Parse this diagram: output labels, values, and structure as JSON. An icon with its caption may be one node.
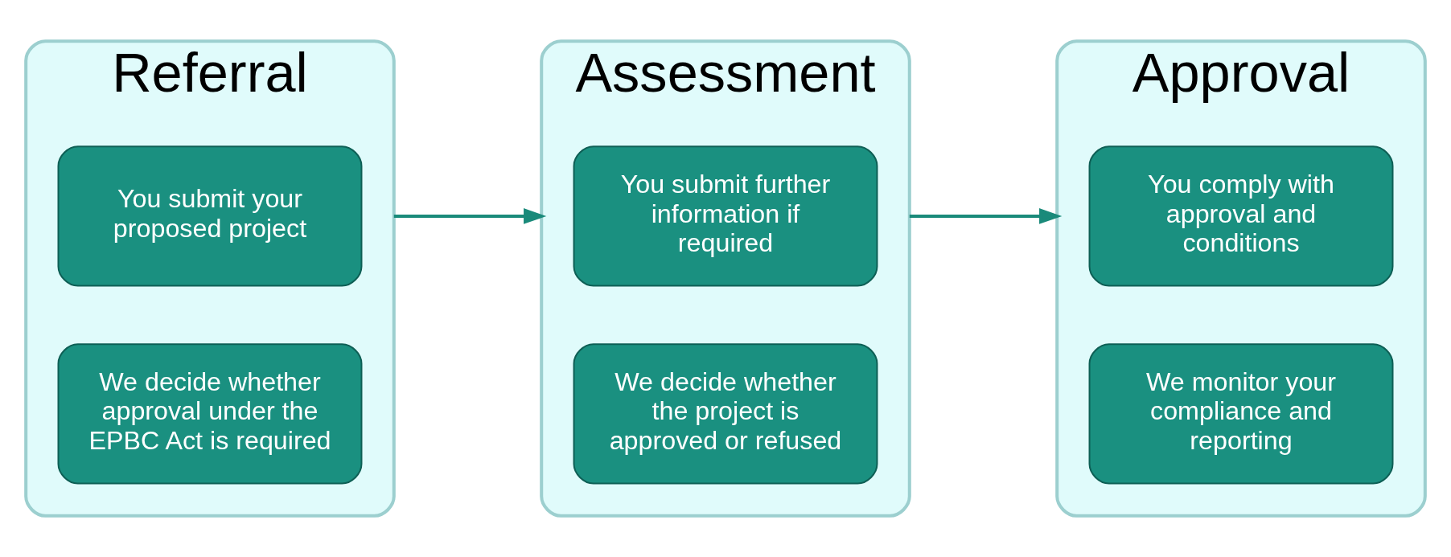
{
  "diagram": {
    "nodes": [
      {
        "text": [
          "Referral"
        ]
      },
      {
        "text": [
          "You submit your proposed project"
        ],
        "in": 0
      },
      {
        "text": [
          "We decide whether approval under the EPBC Act is required"
        ],
        "in": 0
      },
      {
        "text": [
          "Assessment"
        ]
      },
      {
        "text": [
          "You submit further information if required"
        ],
        "in": 3
      },
      {
        "text": [
          "We decide whether the project is approved or refused"
        ],
        "in": 3
      },
      {
        "text": [
          "Approval"
        ]
      },
      {
        "text": [
          "You comply with approval and conditions"
        ],
        "in": 6
      },
      {
        "text": [
          "We monitor your compliance and reporting"
        ],
        "in": 6
      }
    ],
    "edges": [
      {
        "from": 0,
        "to": 3,
        "arrow": "to"
      },
      {
        "from": 3,
        "to": 6,
        "arrow": "to"
      }
    ]
  }
}
